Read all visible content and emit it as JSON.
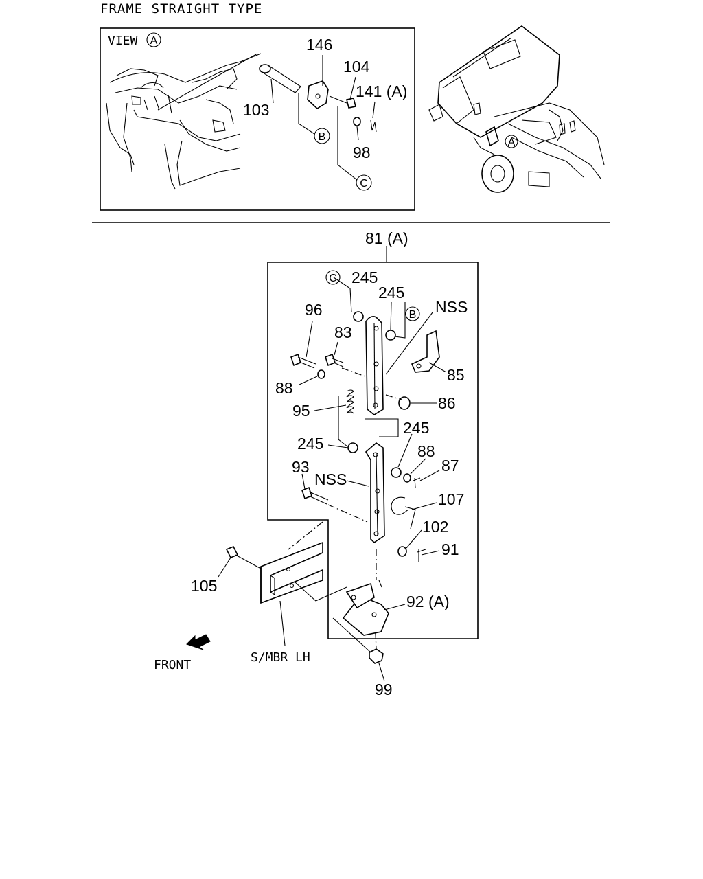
{
  "header": {
    "title": "FRAME STRAIGHT TYPE"
  },
  "view_box": {
    "view_label": "VIEW",
    "view_marker": "A",
    "callouts": {
      "c146": "146",
      "c104": "104",
      "c141": "141 (A)",
      "c103": "103",
      "c98": "98",
      "cB": "B",
      "cC": "C"
    }
  },
  "truck": {
    "marker": "A"
  },
  "main": {
    "assembly_label": "81 (A)",
    "callouts": {
      "c245_top_left": "245",
      "c245_top_right": "245",
      "cC": "C",
      "cB": "B",
      "nss_top": "NSS",
      "c96": "96",
      "c83": "83",
      "c85": "85",
      "c88_left": "88",
      "c86": "86",
      "c95": "95",
      "c245_mid_left": "245",
      "c245_mid_right": "245",
      "c88_right": "88",
      "c87": "87",
      "c93": "93",
      "nss_mid": "NSS",
      "c107": "107",
      "c102": "102",
      "c91": "91",
      "c105": "105",
      "c92": "92 (A)",
      "c99": "99"
    },
    "front_label": "FRONT",
    "member_label": "S/MBR LH"
  }
}
